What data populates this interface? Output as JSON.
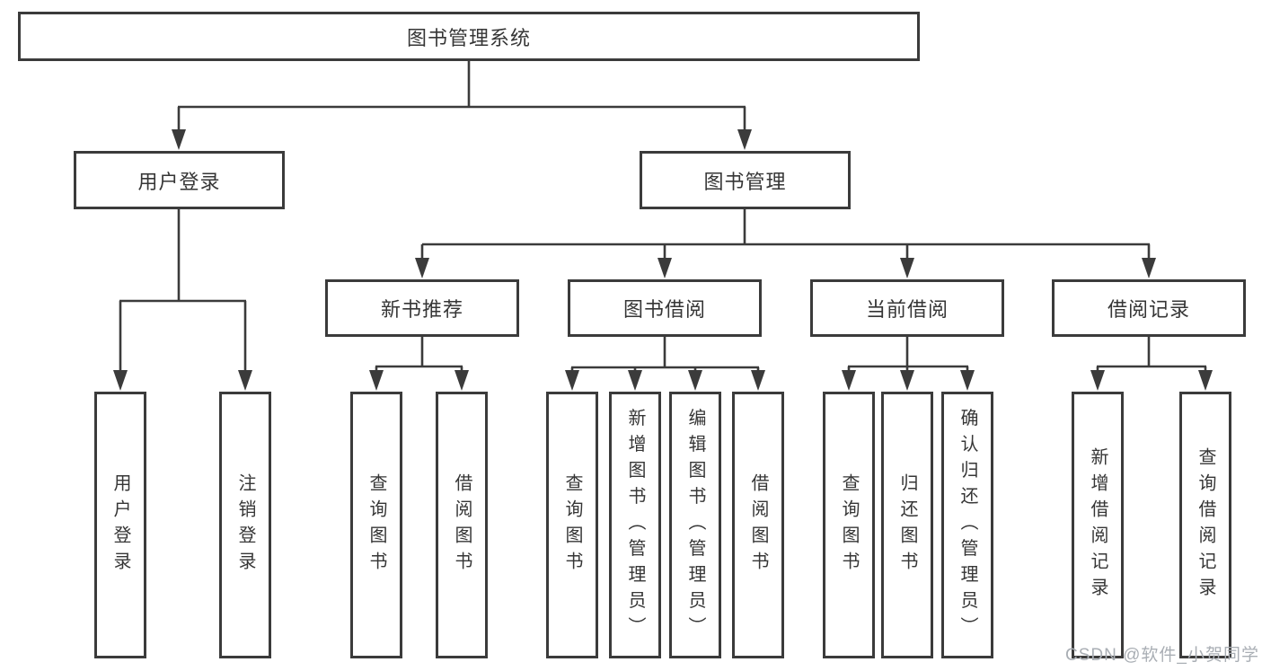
{
  "diagram": {
    "type": "hierarchy-tree",
    "colors": {
      "line": "#3b3b3b",
      "box_border": "#3b3b3b",
      "text": "#363636",
      "background": "#ffffff",
      "watermark": "#a9aeb4"
    },
    "nodes": {
      "root": "图书管理系统",
      "l2": [
        "用户登录",
        "图书管理"
      ],
      "l3": [
        "新书推荐",
        "图书借阅",
        "当前借阅",
        "借阅记录"
      ],
      "leaves_user_login": [
        "用户登录",
        "注销登录"
      ],
      "leaves_new_book_rec": [
        "查询图书",
        "借阅图书"
      ],
      "leaves_book_borrow": [
        "查询图书",
        "新增图书（管理员）",
        "编辑图书（管理员）",
        "借阅图书"
      ],
      "leaves_current_borrow": [
        "查询图书",
        "归还图书",
        "确认归还（管理员）"
      ],
      "leaves_borrow_record": [
        "新增借阅记录",
        "查询借阅记录"
      ]
    },
    "hierarchy": {
      "root": "图书管理系统",
      "children": [
        {
          "label": "用户登录",
          "children": [
            "用户登录",
            "注销登录"
          ]
        },
        {
          "label": "图书管理",
          "children": [
            {
              "label": "新书推荐",
              "children": [
                "查询图书",
                "借阅图书"
              ]
            },
            {
              "label": "图书借阅",
              "children": [
                "查询图书",
                "新增图书（管理员）",
                "编辑图书（管理员）",
                "借阅图书"
              ]
            },
            {
              "label": "当前借阅",
              "children": [
                "查询图书",
                "归还图书",
                "确认归还（管理员）"
              ]
            },
            {
              "label": "借阅记录",
              "children": [
                "新增借阅记录",
                "查询借阅记录"
              ]
            }
          ]
        }
      ]
    },
    "watermark": "CSDN @软件_小贺同学"
  }
}
